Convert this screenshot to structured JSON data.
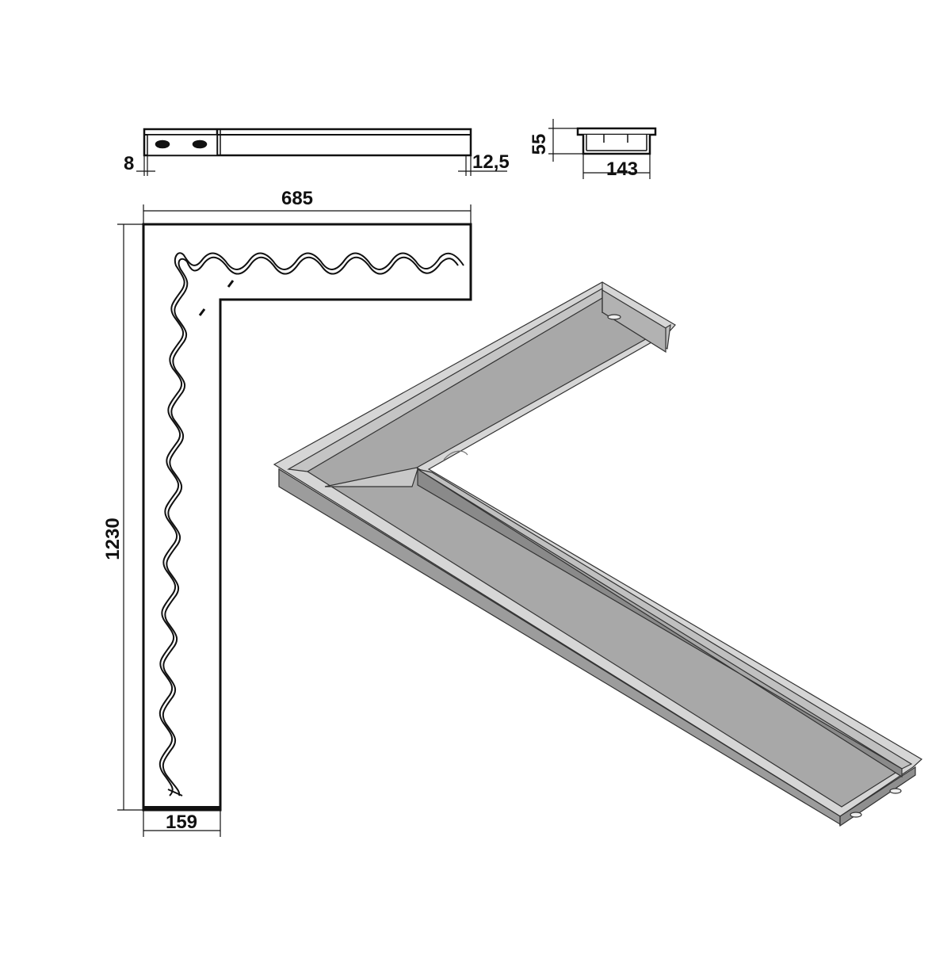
{
  "drawing": {
    "side_view": {
      "left_dim": "8",
      "right_dim": "12,5"
    },
    "end_view": {
      "height_dim": "55",
      "width_dim": "143"
    },
    "plan_view": {
      "length_top": "685",
      "length_left": "1230",
      "width_bottom": "159"
    }
  },
  "colors": {
    "line": "#111111",
    "tray_light": "#c4c4c4",
    "tray_floor": "#a8a8a8",
    "tray_wall": "#8f8f8f",
    "tray_rim": "#d6d6d6"
  }
}
